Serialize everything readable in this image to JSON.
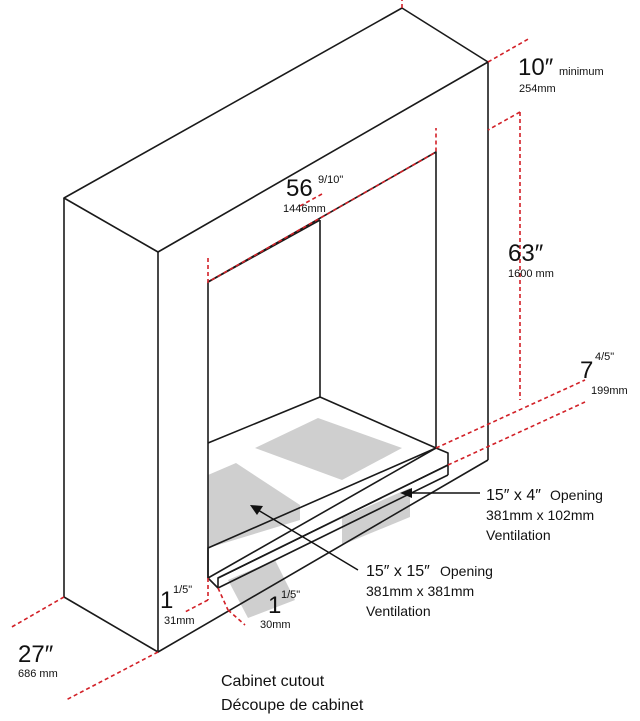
{
  "dimensions": {
    "top_clearance": {
      "value": "10″",
      "qualifier": "minimum",
      "metric": "254mm"
    },
    "width": {
      "whole": "56",
      "fraction": "9/10\"",
      "metric": "1446mm"
    },
    "height": {
      "value": "63″",
      "metric": "1600 mm"
    },
    "side_depth": {
      "whole": "7",
      "fraction": "4/5\"",
      "metric": "199mm"
    },
    "cabinet_depth": {
      "value": "27″",
      "metric": "686 mm"
    },
    "front_offset": {
      "whole": "1",
      "fraction": "1/5\"",
      "metric": "31mm"
    },
    "shelf_offset": {
      "whole": "1",
      "fraction": "1/5\"",
      "metric": "30mm"
    }
  },
  "openings": {
    "small": {
      "size": "15″ x 4″",
      "word": "Opening",
      "metric": "381mm x 102mm",
      "purpose": "Ventilation"
    },
    "large": {
      "size": "15″ x 15″",
      "word": "Opening",
      "metric": "381mm x 381mm",
      "purpose": "Ventilation"
    }
  },
  "caption": {
    "english": "Cabinet cutout",
    "french": "Découpe de cabinet"
  },
  "colors": {
    "outline": "#1a1a1a",
    "dimension_line": "#d22027",
    "vent_fill": "#cfcfcf"
  }
}
